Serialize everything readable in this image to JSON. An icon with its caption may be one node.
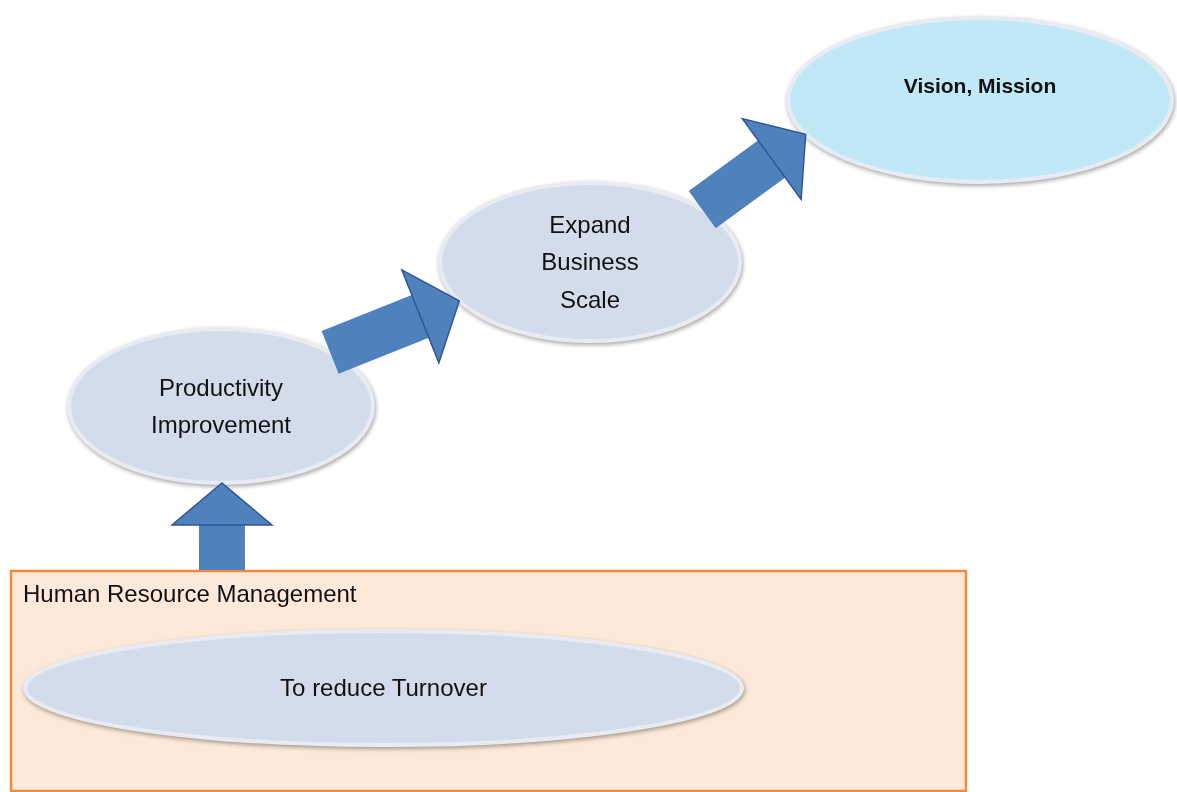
{
  "diagram": {
    "nodes": [
      {
        "text": [
          "Human Resource Management"
        ]
      },
      {
        "text": [
          "To reduce Turnover"
        ],
        "in": 0
      },
      {
        "text": [
          "Productivity Improvement"
        ]
      },
      {
        "text": [
          "Expand Business Scale"
        ]
      },
      {
        "text": [
          "Vision, Mission"
        ]
      }
    ],
    "edges": [
      {
        "from": 0,
        "to": 2,
        "arrow": "to"
      },
      {
        "from": 2,
        "to": 3,
        "arrow": "to"
      },
      {
        "from": 3,
        "to": 4,
        "arrow": "to"
      }
    ]
  }
}
